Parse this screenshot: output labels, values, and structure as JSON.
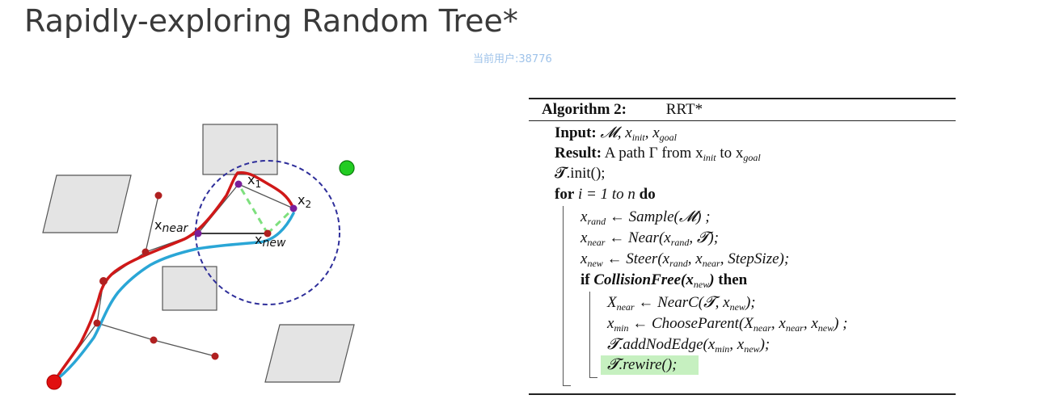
{
  "slide": {
    "title": "Rapidly-exploring Random Tree*",
    "watermark": "当前用户:38776"
  },
  "diagram": {
    "labels": {
      "x_near": "x",
      "x_near_sub": "near",
      "x_new": "x",
      "x_new_sub": "new",
      "x1": "x",
      "x1_sub": "1",
      "x2": "x",
      "x2_sub": "2"
    },
    "colors": {
      "path_red": "#d01818",
      "path_blue": "#2aa6d6",
      "radius_circle": "#2e2e9a",
      "rewire_edge": "#7ee07e",
      "tree_edge": "#555555",
      "node": "#b02020",
      "goal": "#22cc22",
      "obstacle_fill": "#e4e4e4"
    }
  },
  "algorithm": {
    "header_label": "Algorithm 2:",
    "header_name": "RRT*",
    "input_kw": "Input:",
    "input_text": "𝓜, x",
    "result_kw": "Result:",
    "result_text": "A path Γ from x",
    "result_to": "to x",
    "init": "𝓣.init();",
    "for_kw": "for",
    "for_mid": "i = 1 to n",
    "do_kw": "do",
    "sub_init": "init",
    "sub_goal": "goal",
    "sub_rand": "rand",
    "sub_near": "near",
    "sub_new": "new",
    "sub_min": "min",
    "l1_a": "x",
    "l1_b": " ← Sample(𝓜) ;",
    "l2_a": "x",
    "l2_b": " ← Near(x",
    "l2_c": ", 𝓣);",
    "l3_a": "x",
    "l3_b": " ← Steer(x",
    "l3_c": ", x",
    "l3_d": ", StepSize);",
    "if_kw": "if",
    "if_fn": "CollisionFree(x",
    "if_close": ")",
    "then_kw": "then",
    "l4_a": "X",
    "l4_b": " ← NearC(𝓣, x",
    "l4_c": ");",
    "l5_a": "x",
    "l5_b": " ← ChooseParent(X",
    "l5_c": ", x",
    "l5_d": ", x",
    "l5_e": ") ;",
    "l6_a": "𝓣.addNodEdge(x",
    "l6_b": ", x",
    "l6_c": ");",
    "l7": "𝓣.rewire();"
  }
}
